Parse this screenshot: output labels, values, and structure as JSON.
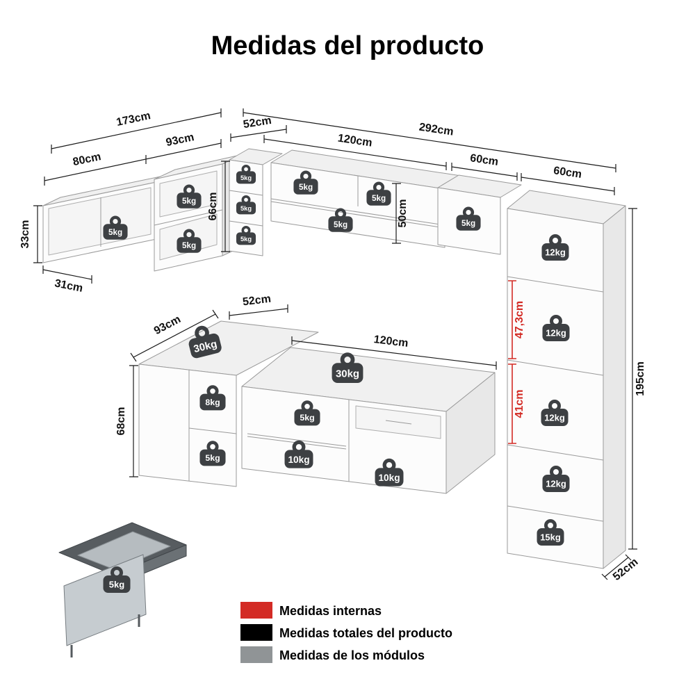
{
  "title": "Medidas del producto",
  "colors": {
    "internal": "#d32b25"
  },
  "legend": [
    {
      "label": "Medidas internas",
      "color": "#d32b25"
    },
    {
      "label": "Medidas totales del producto",
      "color": "#000000"
    },
    {
      "label": "Medidas de los módulos",
      "color": "#909496"
    }
  ],
  "dims": {
    "total_left": "173cm",
    "left_93": "93cm",
    "top_52": "52cm",
    "total_main": "292cm",
    "main_120": "120cm",
    "main_60a": "60cm",
    "main_60b": "60cm",
    "left_80": "80cm",
    "left_height": "33cm",
    "left_depth": "31cm",
    "corner_height": "66cm",
    "main_height": "50cm",
    "shelf_47": "47,3cm",
    "shelf_41": "41cm",
    "tower_height": "195cm",
    "tower_depth": "52cm",
    "low_93": "93cm",
    "low_52": "52cm",
    "low_120": "120cm",
    "low_height": "68cm"
  },
  "weights": {
    "a1": "5kg",
    "b1": "5kg",
    "b2": "5kg",
    "c1": "5kg",
    "c2": "5kg",
    "c3": "5kg",
    "d1": "5kg",
    "d2": "5kg",
    "d3": "5kg",
    "e1": "5kg",
    "f1": "12kg",
    "f2": "12kg",
    "f3": "12kg",
    "f4": "12kg",
    "f5": "15kg",
    "g1": "30kg",
    "g2": "30kg",
    "g3": "8kg",
    "g4": "5kg",
    "g5": "5kg",
    "g6": "10kg",
    "g7": "10kg",
    "h1": "5kg"
  }
}
